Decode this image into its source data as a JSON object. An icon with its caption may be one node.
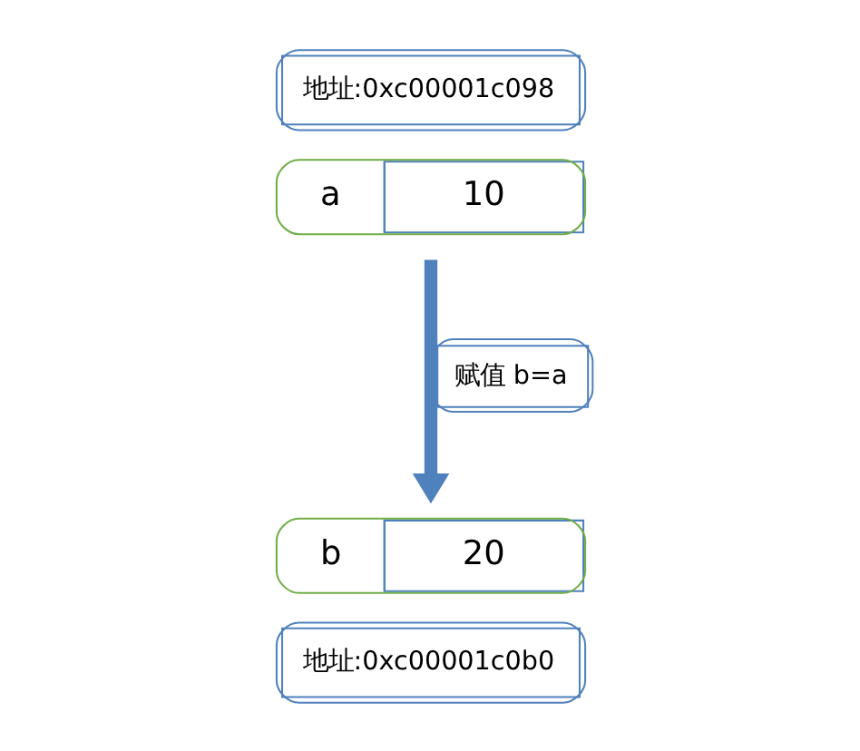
{
  "diagram": {
    "nodes": [
      {
        "text": [
          "地址:0xc00001c098",
          "a",
          "10"
        ]
      },
      {
        "text": [
          "b",
          "20",
          "地址:0xc00001c0b0"
        ]
      }
    ],
    "edges": [
      {
        "from": 0,
        "to": 1,
        "arrow": "to",
        "label": "赋值 b=a"
      }
    ]
  }
}
